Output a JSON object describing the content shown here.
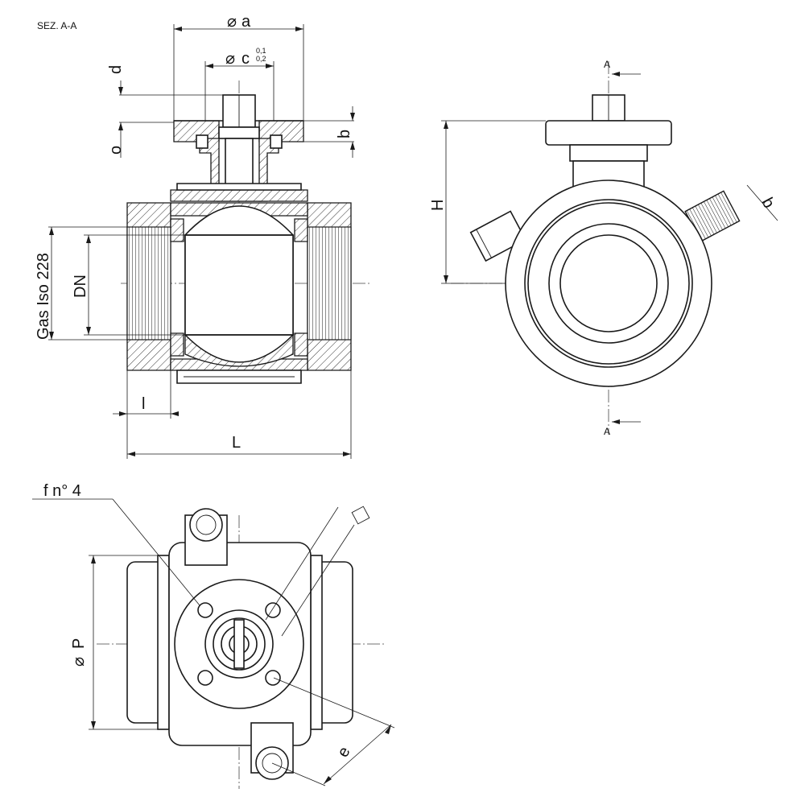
{
  "section_title": "SEZ. A-A",
  "dimensions": {
    "a": "a",
    "c": "c",
    "c_tol_upper": "0,1",
    "c_tol_lower": "0,2",
    "d": "d",
    "o": "o",
    "b": "b",
    "gas_iso": "Gas Iso 228",
    "dn": "DN",
    "l": "l",
    "L": "L",
    "H": "H",
    "b_side": "b",
    "section_a_top": "A",
    "section_a_bottom": "A",
    "f_holes": "f n° 4",
    "P": "P",
    "e": "e"
  },
  "symbols": {
    "diameter": "⌀"
  }
}
